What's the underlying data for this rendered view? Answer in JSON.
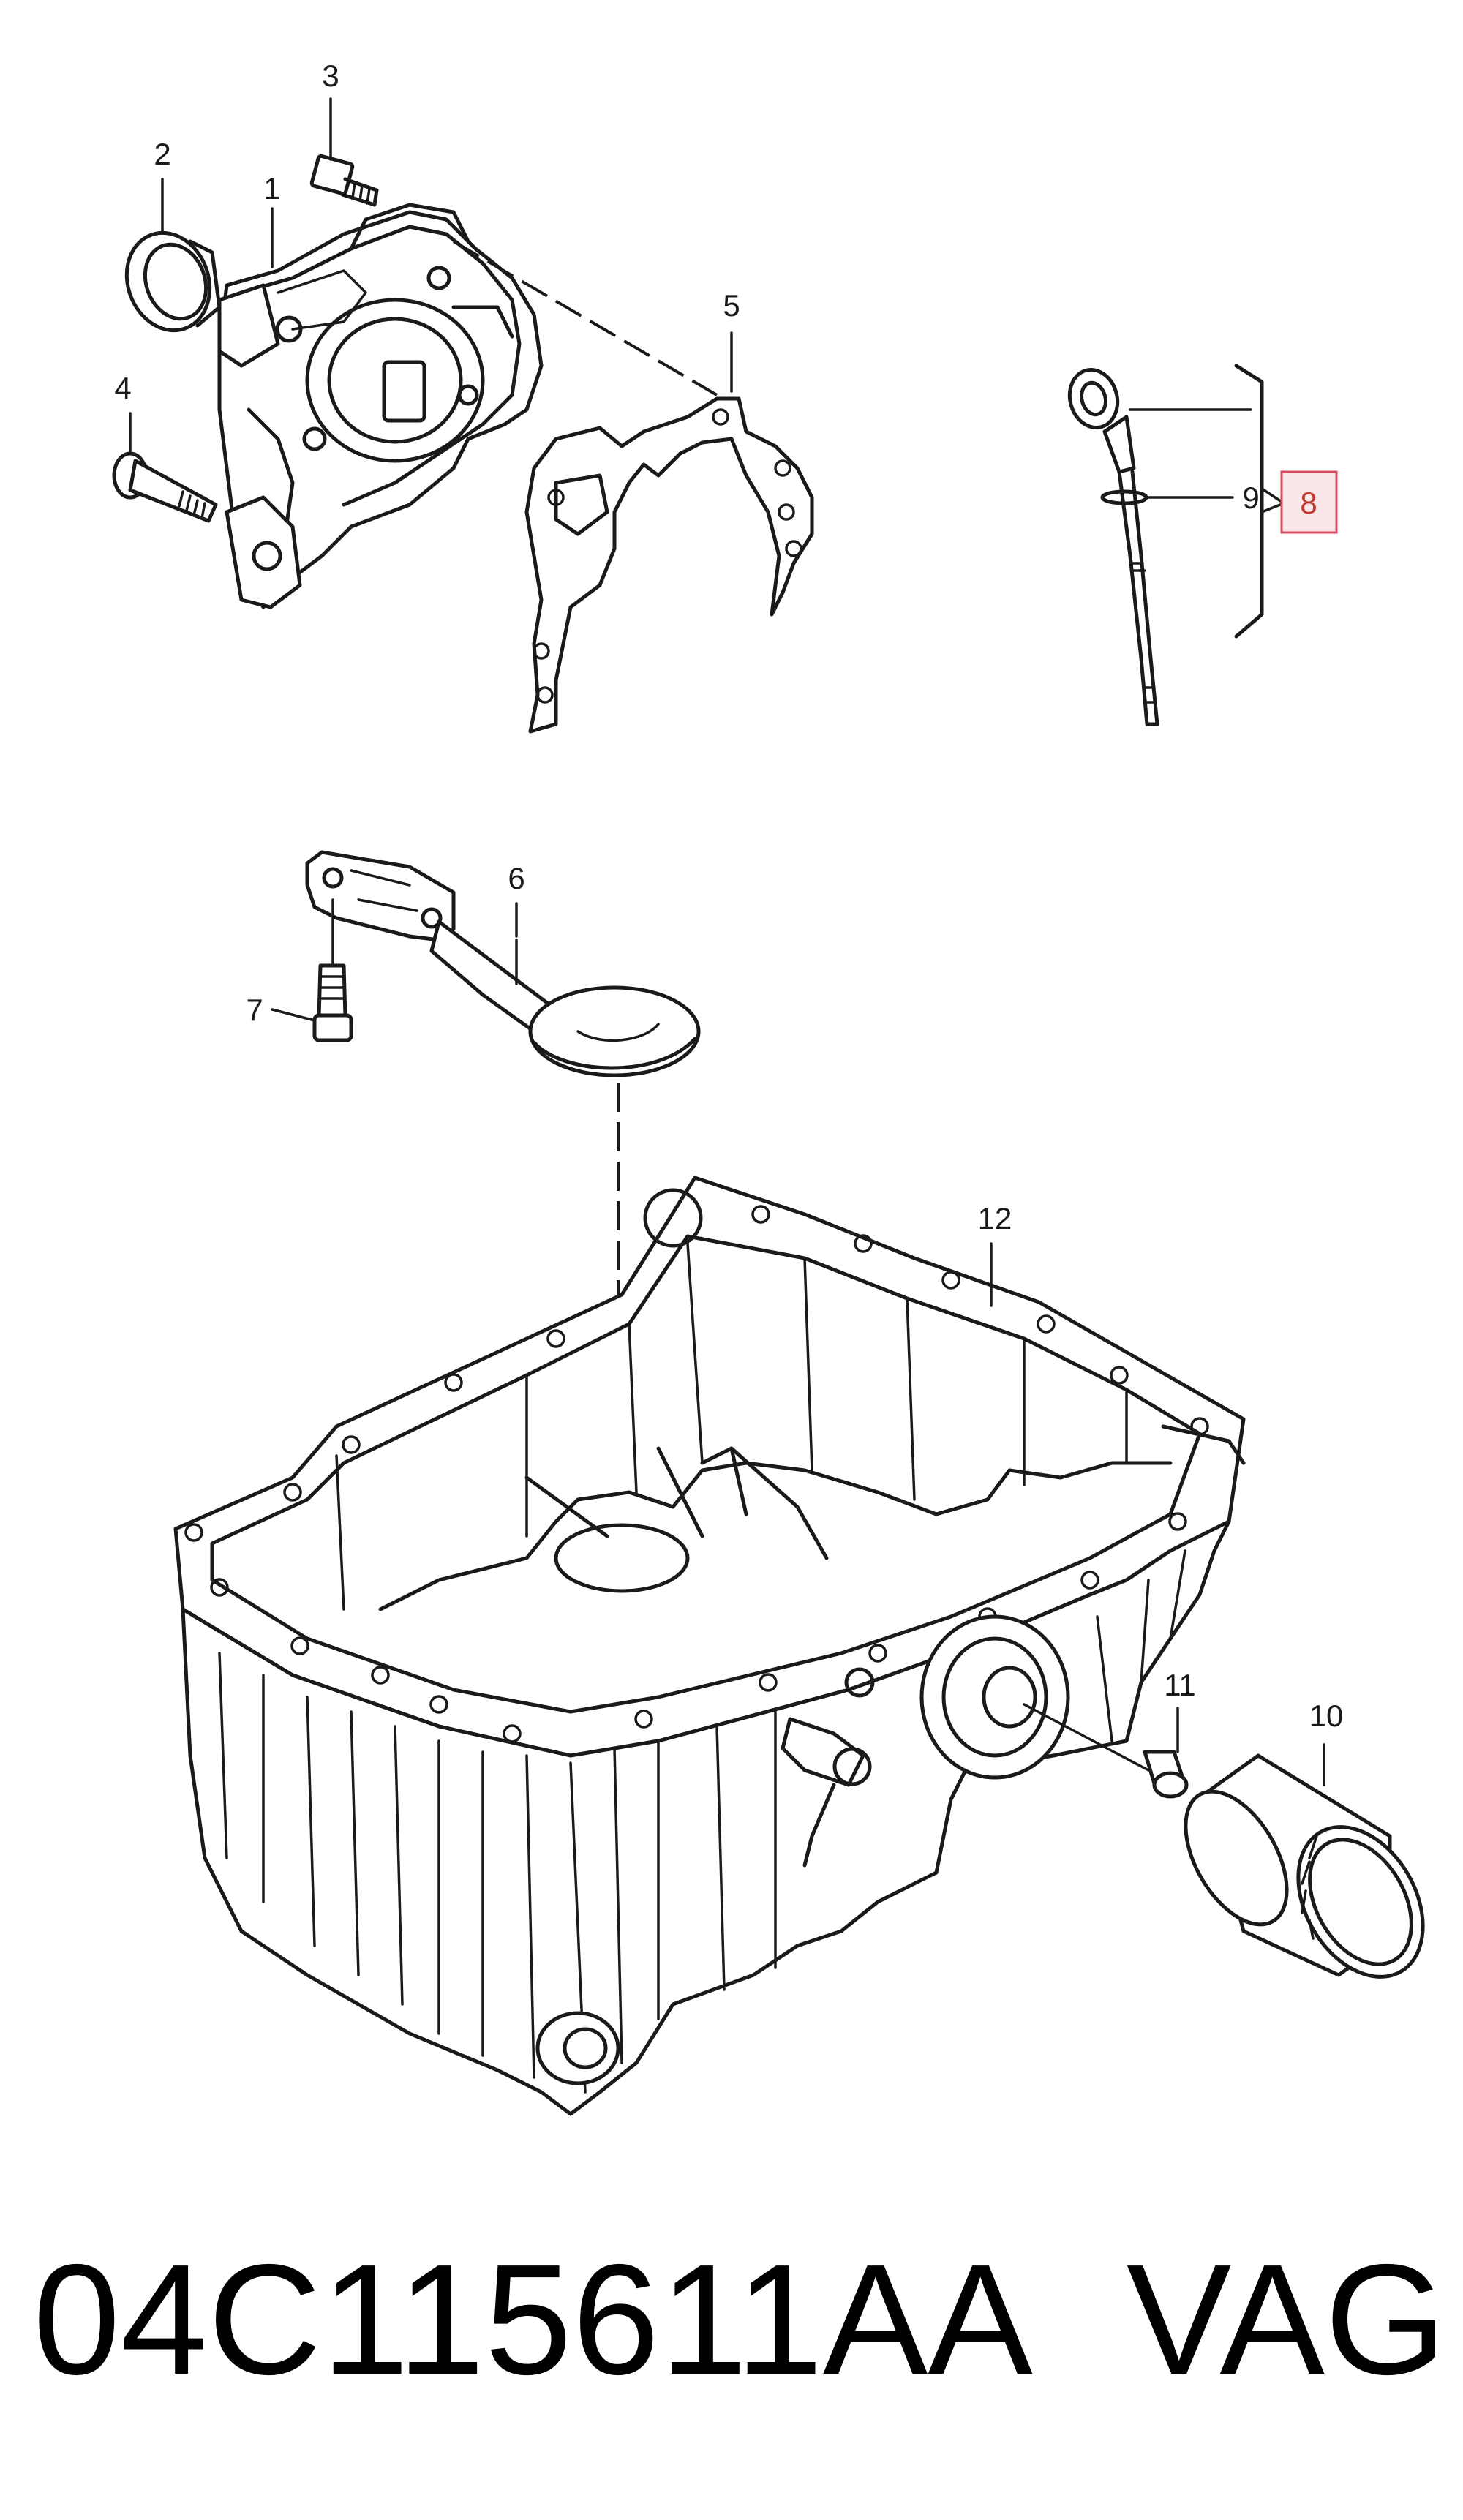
{
  "callouts": {
    "c1": "1",
    "c2": "2",
    "c3": "3",
    "c4": "4",
    "c5": "5",
    "c6": "6",
    "c7": "7",
    "c8": "8",
    "c9": "9",
    "c10": "10",
    "c11": "11",
    "c12": "12"
  },
  "highlighted_callout": "8",
  "part_number": "04C115611AA",
  "brand": "VAG",
  "colors": {
    "line": "#1a1a1a",
    "highlight_fill": "#fbe6ea",
    "highlight_border": "#d84a5e"
  }
}
